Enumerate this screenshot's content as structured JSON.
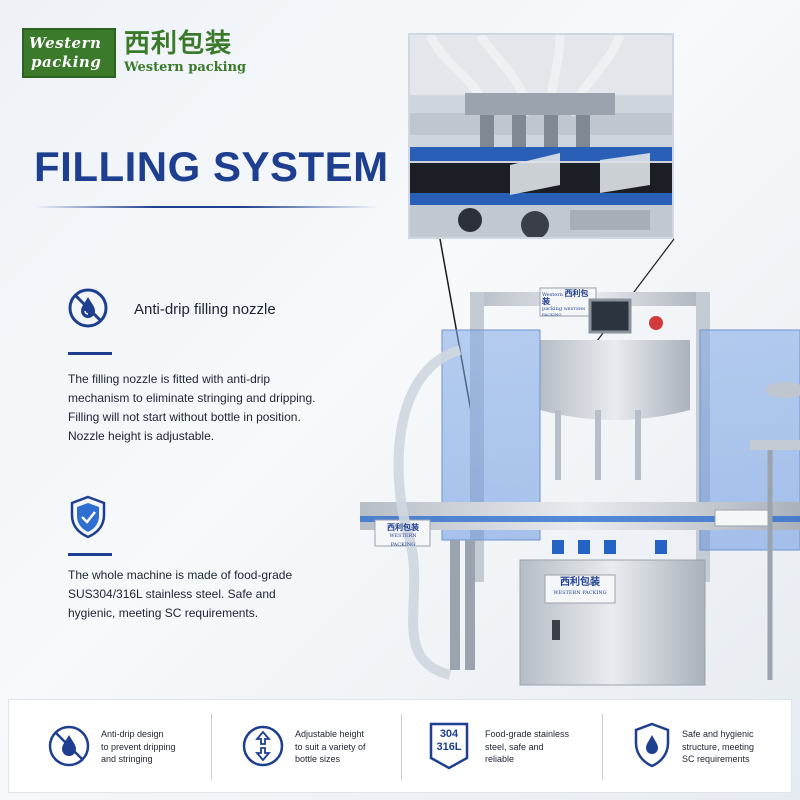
{
  "logo": {
    "box_line1": "Western",
    "box_line2": "packing",
    "cn": "西利包装",
    "en": "Western packing"
  },
  "title": "FILLING SYSTEM",
  "features": [
    {
      "icon": "anti-drip-icon",
      "heading": "Anti-drip filling nozzle",
      "text": "The filling nozzle is fitted with anti-drip mechanism to eliminate stringing and dripping. Filling will not start without bottle in position. Nozzle height is adjustable."
    },
    {
      "icon": "shield-check-icon",
      "text": "The whole machine is made of food-grade SUS304/316L stainless steel. Safe and hygienic, meeting SC requirements."
    }
  ],
  "machine": {
    "top_label_line1": "Western",
    "top_label_line2": "packing",
    "top_label_cn": "西利包装",
    "top_label_en": "WESTERN PACKING",
    "side_label_cn": "西利包装",
    "side_label_en": "WESTERN PACKING",
    "base_label_cn": "西利包装",
    "base_label_en": "WESTERN PACKING"
  },
  "bottom_bar": [
    {
      "icon": "anti-drip-icon",
      "text": "Anti-drip design\nto prevent dripping\nand stringing"
    },
    {
      "icon": "adjust-height-icon",
      "text": "Adjustable height\nto suit a variety of\nbottle sizes"
    },
    {
      "icon": "material-304-316l-icon",
      "badge_top": "304",
      "badge_bottom": "316L",
      "text": "Food-grade stainless\nsteel, safe and\nreliable"
    },
    {
      "icon": "shield-drop-icon",
      "text": "Safe and hygienic\nstructure, meeting\nSC requirements"
    }
  ],
  "colors": {
    "brand_blue": "#1e3f8f",
    "brand_green": "#3b7a2a",
    "accent_blue": "#2f6fd0"
  }
}
